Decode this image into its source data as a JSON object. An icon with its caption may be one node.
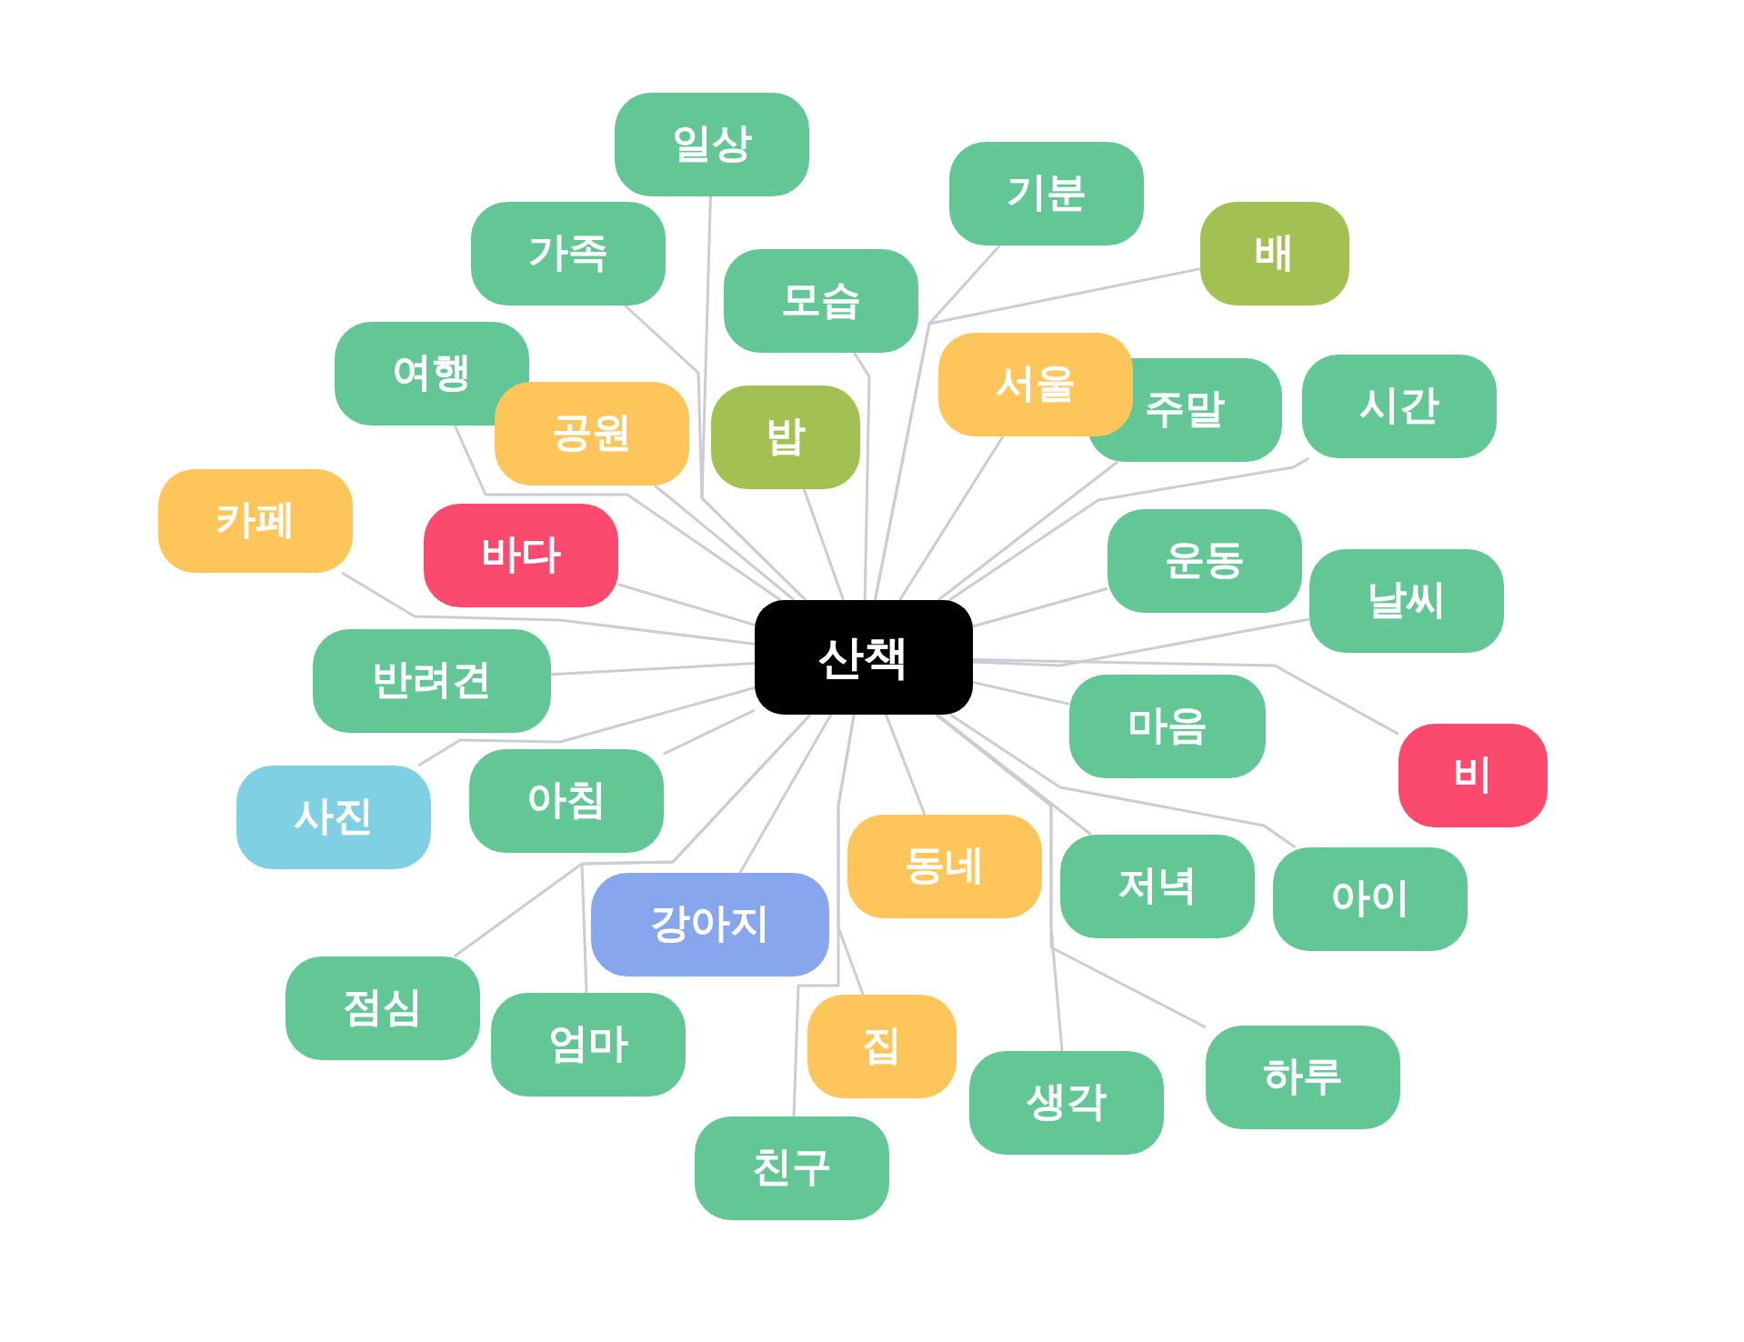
{
  "diagram": {
    "nodes": [
      {
        "text": [
          "일상"
        ]
      },
      {
        "text": [
          "기분"
        ]
      },
      {
        "text": [
          "가족"
        ]
      },
      {
        "text": [
          "배"
        ]
      },
      {
        "text": [
          "모습"
        ]
      },
      {
        "text": [
          "여행"
        ]
      },
      {
        "text": [
          "서울"
        ]
      },
      {
        "text": [
          "주말"
        ]
      },
      {
        "text": [
          "시간"
        ]
      },
      {
        "text": [
          "공원"
        ]
      },
      {
        "text": [
          "밥"
        ]
      },
      {
        "text": [
          "카페"
        ]
      },
      {
        "text": [
          "바다"
        ]
      },
      {
        "text": [
          "운동"
        ]
      },
      {
        "text": [
          "날씨"
        ]
      },
      {
        "text": [
          "산책"
        ]
      },
      {
        "text": [
          "반려견"
        ]
      },
      {
        "text": [
          "마음"
        ]
      },
      {
        "text": [
          "비"
        ]
      },
      {
        "text": [
          "사진"
        ]
      },
      {
        "text": [
          "아침"
        ]
      },
      {
        "text": [
          "동네"
        ]
      },
      {
        "text": [
          "저녁"
        ]
      },
      {
        "text": [
          "아이"
        ]
      },
      {
        "text": [
          "강아지"
        ]
      },
      {
        "text": [
          "점심"
        ]
      },
      {
        "text": [
          "집"
        ]
      },
      {
        "text": [
          "엄마"
        ]
      },
      {
        "text": [
          "하루"
        ]
      },
      {
        "text": [
          "생각"
        ]
      },
      {
        "text": [
          "친구"
        ]
      }
    ],
    "edges": [
      {
        "from": 15,
        "to": 0,
        "arrow": "none"
      },
      {
        "from": 15,
        "to": 1,
        "arrow": "none"
      },
      {
        "from": 15,
        "to": 2,
        "arrow": "none"
      },
      {
        "from": 15,
        "to": 3,
        "arrow": "none"
      },
      {
        "from": 15,
        "to": 4,
        "arrow": "none"
      },
      {
        "from": 15,
        "to": 5,
        "arrow": "none"
      },
      {
        "from": 15,
        "to": 6,
        "arrow": "none"
      },
      {
        "from": 15,
        "to": 7,
        "arrow": "none"
      },
      {
        "from": 15,
        "to": 8,
        "arrow": "none"
      },
      {
        "from": 15,
        "to": 9,
        "arrow": "none"
      },
      {
        "from": 15,
        "to": 10,
        "arrow": "none"
      },
      {
        "from": 15,
        "to": 11,
        "arrow": "none"
      },
      {
        "from": 15,
        "to": 12,
        "arrow": "none"
      },
      {
        "from": 15,
        "to": 13,
        "arrow": "none"
      },
      {
        "from": 15,
        "to": 14,
        "arrow": "none"
      },
      {
        "from": 15,
        "to": 16,
        "arrow": "none"
      },
      {
        "from": 15,
        "to": 17,
        "arrow": "none"
      },
      {
        "from": 15,
        "to": 18,
        "arrow": "none"
      },
      {
        "from": 15,
        "to": 19,
        "arrow": "none"
      },
      {
        "from": 15,
        "to": 20,
        "arrow": "none"
      },
      {
        "from": 15,
        "to": 21,
        "arrow": "none"
      },
      {
        "from": 15,
        "to": 22,
        "arrow": "none"
      },
      {
        "from": 15,
        "to": 23,
        "arrow": "none"
      },
      {
        "from": 15,
        "to": 24,
        "arrow": "none"
      },
      {
        "from": 15,
        "to": 25,
        "arrow": "none"
      },
      {
        "from": 15,
        "to": 26,
        "arrow": "none"
      },
      {
        "from": 15,
        "to": 27,
        "arrow": "none"
      },
      {
        "from": 15,
        "to": 28,
        "arrow": "none"
      },
      {
        "from": 15,
        "to": 29,
        "arrow": "none"
      },
      {
        "from": 15,
        "to": 30,
        "arrow": "none"
      }
    ]
  }
}
